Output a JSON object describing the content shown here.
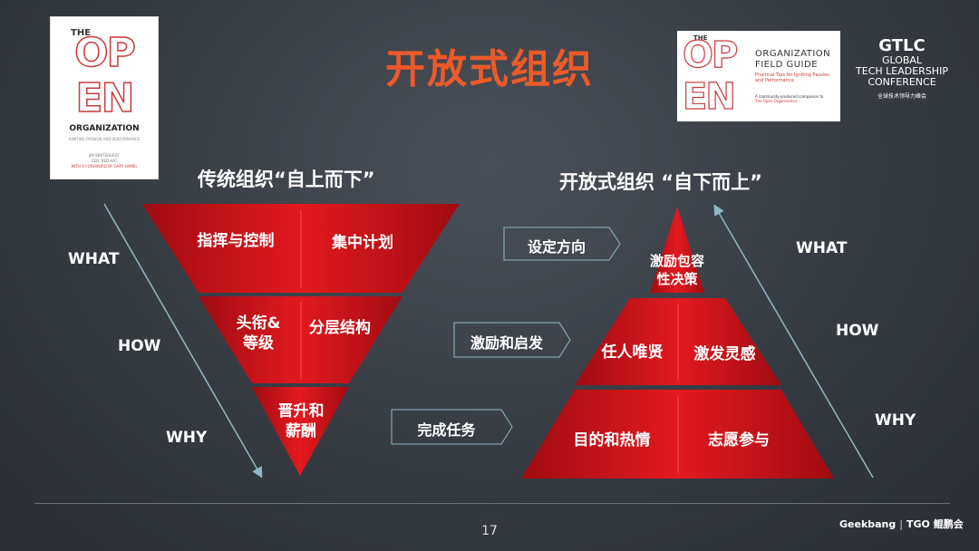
{
  "title": "开放式组织",
  "book_cover": {
    "the": "THE",
    "open_letters": [
      "OP",
      "EN"
    ],
    "organization": "ORGANIZATION",
    "subtitle": "IGNITING PASSION AND PERFORMANCE",
    "author": "JIM WHITEHURST",
    "author_role": "CEO, RED HAT",
    "foreword": "WITH A FOREWORD BY GARY HAMEL"
  },
  "field_guide": {
    "the": "THE",
    "open_letters": [
      "OP",
      "EN"
    ],
    "line1": "ORGANIZATION",
    "line2": "FIELD GUIDE",
    "tagline": "Practical Tips for Igniting Passion and Performance",
    "note1": "A community-produced companion to",
    "note2": "The Open Organization"
  },
  "gtlc": {
    "logo": "GTLC",
    "line1": "GLOBAL",
    "line2": "TECH LEADERSHIP",
    "line3": "CONFERENCE",
    "cn": "全球技术领导力峰会"
  },
  "left": {
    "heading": "传统组织“自上而下”",
    "labels": {
      "what": "WHAT",
      "how": "HOW",
      "why": "WHY"
    },
    "top_left": "指挥与控制",
    "top_right": "集中计划",
    "mid_left": "头衔&\n等级",
    "mid_right": "分层结构",
    "bottom": "晋升和\n薪酬"
  },
  "middle": {
    "arrow1": "设定方向",
    "arrow2": "激励和启发",
    "arrow3": "完成任务"
  },
  "right": {
    "heading": "开放式组织 “自下而上”",
    "labels": {
      "what": "WHAT",
      "how": "HOW",
      "why": "WHY"
    },
    "top": "激励包容\n性决策",
    "mid_left": "任人唯贤",
    "mid_right": "激发灵感",
    "bottom_left": "目的和热情",
    "bottom_right": "志愿参与"
  },
  "footer": {
    "page_number": "17",
    "brand1": "Geekbang",
    "brand2": "TGO 鲲鹏会"
  },
  "colors": {
    "title": "#ec5a2a",
    "red_dark": "#b50f17",
    "red_light": "#e21a1f",
    "arrow_line": "#8fb9c4",
    "background": "#363b42"
  }
}
